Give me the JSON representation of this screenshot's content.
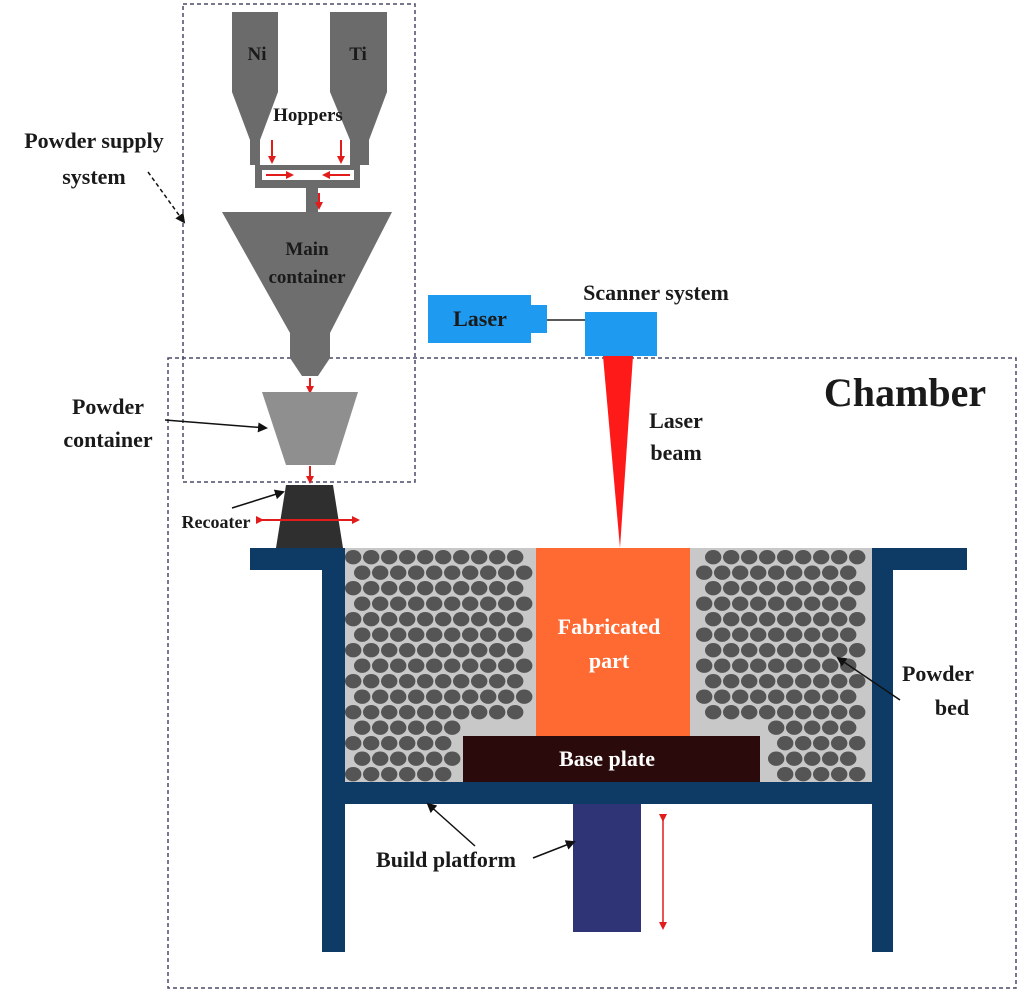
{
  "labels": {
    "ni": "Ni",
    "ti": "Ti",
    "hoppers": "Hoppers",
    "powder_supply_line1": "Powder supply",
    "powder_supply_line2": "system",
    "main_container_line1": "Main",
    "main_container_line2": "container",
    "laser": "Laser",
    "scanner_system": "Scanner system",
    "chamber": "Chamber",
    "powder_container_line1": "Powder",
    "powder_container_line2": "container",
    "laser_beam_line1": "Laser",
    "laser_beam_line2": "beam",
    "recoater": "Recoater",
    "fabricated_part_line1": "Fabricated",
    "fabricated_part_line2": "part",
    "powder_bed_line1": "Powder",
    "powder_bed_line2": "bed",
    "base_plate": "Base plate",
    "build_platform": "Build platform"
  },
  "colors": {
    "hopper": "#6b6b6b",
    "main_container": "#6e6e6e",
    "powder_container": "#8f8f8f",
    "recoater": "#2f2f2f",
    "laser_box": "#1e9bf0",
    "laser_beam": "#ff1a1a",
    "frame": "#0d3b66",
    "fabricated_part": "#ff6a33",
    "base_plate": "#2a0a0a",
    "piston": "#2e3475",
    "powder_particle": "#555555",
    "arrow_red": "#e21b1b",
    "dashed_border": "#4a4a6a"
  }
}
